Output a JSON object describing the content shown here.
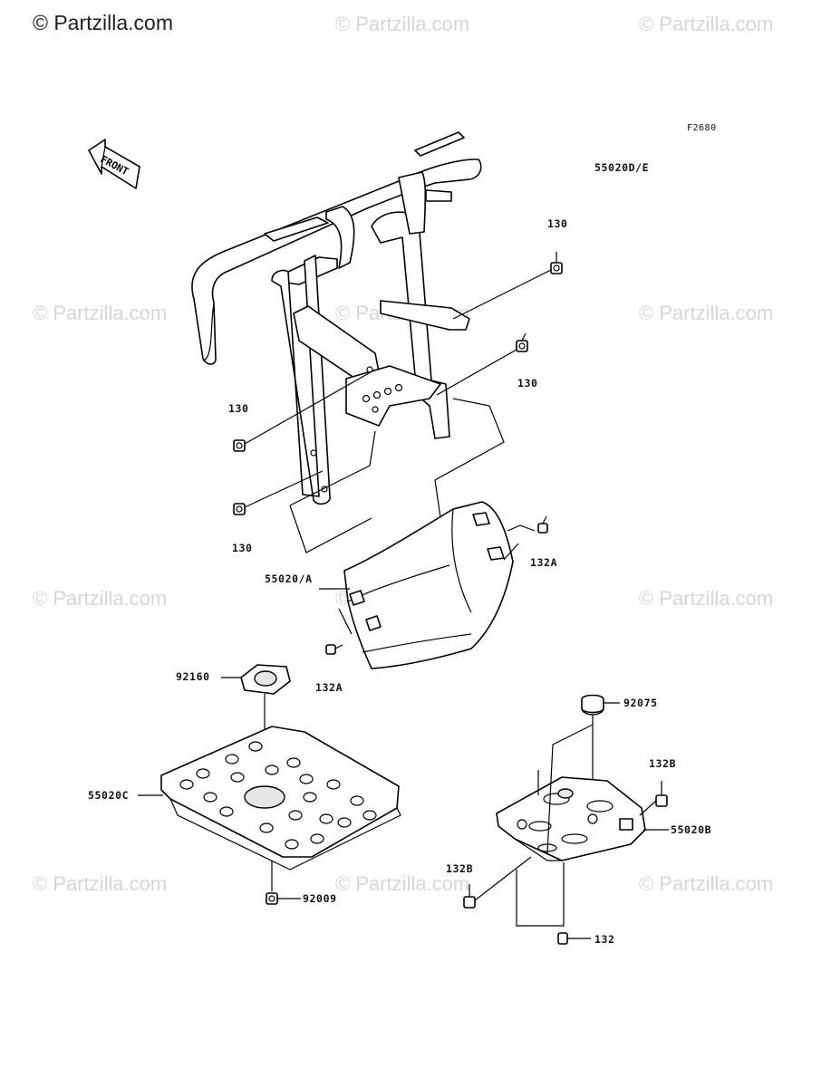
{
  "brand": "© Partzilla.com",
  "watermark": "© Partzilla.com",
  "figure_id": "F2680",
  "front_label": "FRONT",
  "labels": {
    "guard_front": "55020D/E",
    "bolt_130_a": "130",
    "bolt_130_b": "130",
    "bolt_130_c": "130",
    "bolt_130_d": "130",
    "cover": "55020/A",
    "bolt_132a_a": "132A",
    "bolt_132a_b": "132A",
    "pad": "92160",
    "skid_plate": "55020C",
    "bolt_92009": "92009",
    "cap": "92075",
    "bolt_132b_a": "132B",
    "bolt_132b_b": "132B",
    "guard_small": "55020B",
    "bolt_132": "132"
  }
}
